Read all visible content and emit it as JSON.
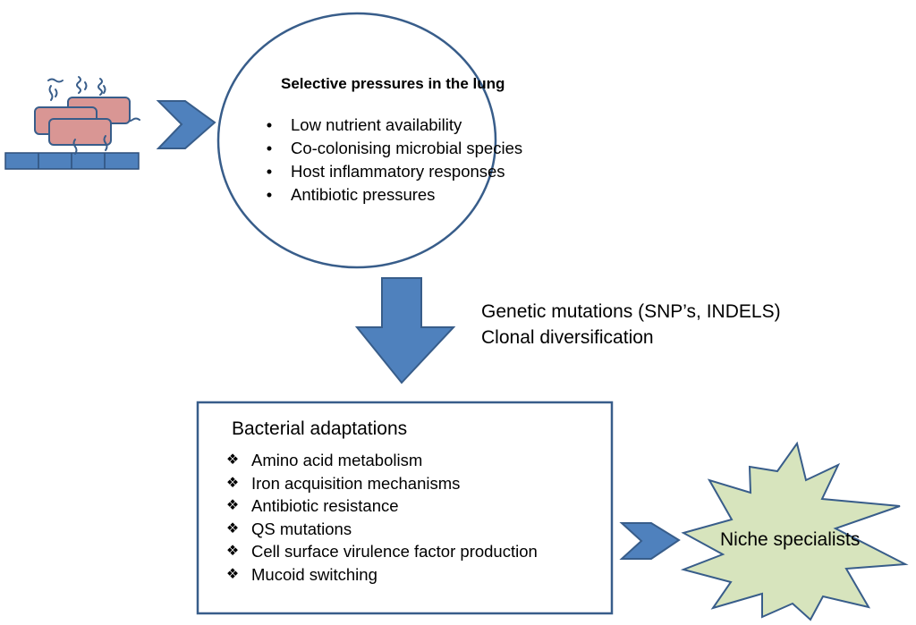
{
  "pressures": {
    "title": "Selective pressures in the lung",
    "items": [
      "Low nutrient availability",
      "Co-colonising microbial species",
      "Host inflammatory responses",
      "Antibiotic pressures"
    ]
  },
  "mutations": {
    "line1": "Genetic mutations (SNP’s, INDELS)",
    "line2": "Clonal diversification"
  },
  "adaptations": {
    "title": "Bacterial adaptations",
    "items": [
      "Amino acid metabolism",
      "Iron acquisition mechanisms",
      "Antibiotic resistance",
      "QS mutations",
      "Cell surface virulence factor production",
      "Mucoid switching"
    ]
  },
  "outcome": {
    "label": "Niche specialists"
  },
  "markers": {
    "bullet": "•",
    "diamond": "❖"
  },
  "colors": {
    "arrow_fill": "#4f81bd",
    "arrow_stroke": "#385d8a",
    "bacteria_fill": "#d99694",
    "epithelium_fill": "#4f81bd",
    "star_fill": "#d7e4bd",
    "outline": "#385d8a"
  }
}
